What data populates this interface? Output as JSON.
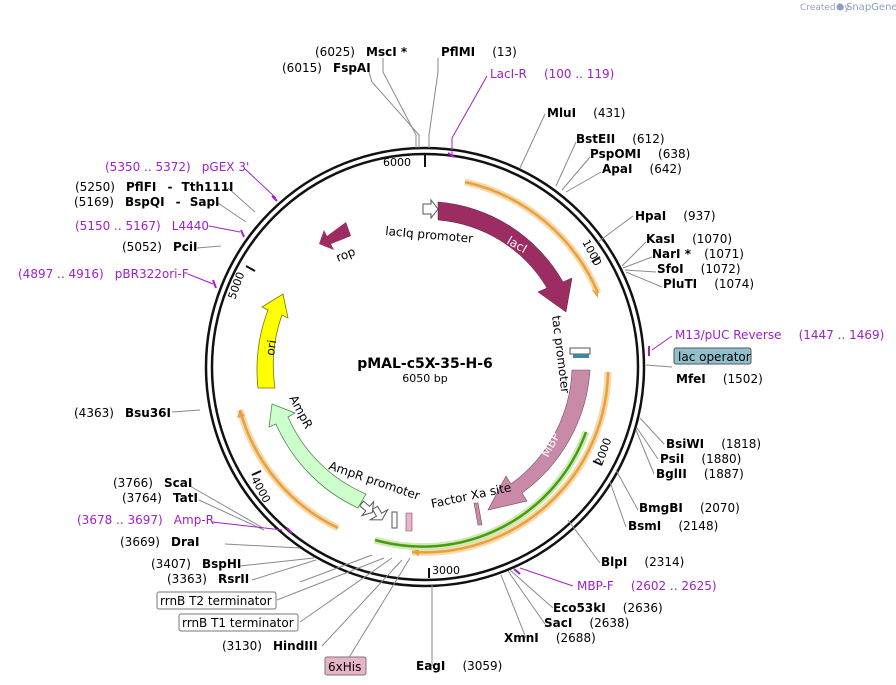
{
  "brand": {
    "created_by": "Created by",
    "name": "SnapGene"
  },
  "plasmid": {
    "name": "pMAL-c5X-35-H-6",
    "length": "6050 bp"
  },
  "ticks": [
    "1000",
    "2000",
    "3000",
    "4000",
    "5000",
    "6000"
  ],
  "sites_right": [
    {
      "name": "MscI *",
      "pos": "(6025)"
    },
    {
      "name": "FspAI",
      "pos": "(6015)"
    },
    {
      "name": "PflMI",
      "pos": "(13)"
    },
    {
      "name": "MluI",
      "pos": "(431)"
    },
    {
      "name": "BstEII",
      "pos": "(612)"
    },
    {
      "name": "PspOMI",
      "pos": "(638)"
    },
    {
      "name": "ApaI",
      "pos": "(642)"
    },
    {
      "name": "HpaI",
      "pos": "(937)"
    },
    {
      "name": "KasI",
      "pos": "(1070)"
    },
    {
      "name": "NarI *",
      "pos": "(1071)"
    },
    {
      "name": "SfoI",
      "pos": "(1072)"
    },
    {
      "name": "PluTI",
      "pos": "(1074)"
    },
    {
      "name": "MfeI",
      "pos": "(1502)"
    },
    {
      "name": "BsiWI",
      "pos": "(1818)"
    },
    {
      "name": "PsiI",
      "pos": "(1880)"
    },
    {
      "name": "BglII",
      "pos": "(1887)"
    },
    {
      "name": "BmgBI",
      "pos": "(2070)"
    },
    {
      "name": "BsmI",
      "pos": "(2148)"
    },
    {
      "name": "BlpI",
      "pos": "(2314)"
    },
    {
      "name": "Eco53kI",
      "pos": "(2636)"
    },
    {
      "name": "SacI",
      "pos": "(2638)"
    },
    {
      "name": "XmnI",
      "pos": "(2688)"
    },
    {
      "name": "EagI",
      "pos": "(3059)"
    }
  ],
  "sites_left": [
    {
      "name": "PflFI",
      "name2": "Tth111I",
      "pos": "(5250)"
    },
    {
      "name": "BspQI",
      "name2": "SapI",
      "pos": "(5169)"
    },
    {
      "name": "PciI",
      "pos": "(5052)"
    },
    {
      "name": "Bsu36I",
      "pos": "(4363)"
    },
    {
      "name": "ScaI",
      "pos": "(3766)"
    },
    {
      "name": "TatI",
      "pos": "(3764)"
    },
    {
      "name": "DraI",
      "pos": "(3669)"
    },
    {
      "name": "BspHI",
      "pos": "(3407)"
    },
    {
      "name": "RsrII",
      "pos": "(3363)"
    },
    {
      "name": "HindIII",
      "pos": "(3130)"
    }
  ],
  "primers": [
    {
      "name": "LacI-R",
      "range": "(100 .. 119)"
    },
    {
      "name": "M13/pUC Reverse",
      "range": "(1447 .. 1469)"
    },
    {
      "name": "MBP-F",
      "range": "(2602 .. 2625)"
    },
    {
      "name": "Amp-R",
      "range": "(3678 .. 3697)"
    },
    {
      "name": "pBR322ori-F",
      "range": "(4897 .. 4916)"
    },
    {
      "name": "L4440",
      "range": "(5150 .. 5167)"
    },
    {
      "name": "pGEX 3'",
      "range": "(5350 .. 5372)"
    }
  ],
  "boxed_features": {
    "lac_operator": "lac operator",
    "rrnB_T2": "rrnB T2 terminator",
    "rrnB_T1": "rrnB T1 terminator",
    "his_tag": "6xHis"
  },
  "features": {
    "lacIq_promoter": "lacIq promoter",
    "lacI": "lacI",
    "rop": "rop",
    "tac_promoter": "tac promoter",
    "MBP": "MBP",
    "factor_xa": "Factor Xa site",
    "AmpR_promoter": "AmpR promoter",
    "AmpR": "AmpR",
    "ori": "ori"
  },
  "colors": {
    "lacI": "#9b2d63",
    "rop": "#9b2d63",
    "MBP": "#c98aa8",
    "ori": "#ffff00",
    "AmpR": "#ccffcc",
    "orange_orf": "#e8a040",
    "green_orf": "#4a9a10",
    "primer": "#a020c8",
    "lac_operator_box": "#8fc0cc",
    "his_box": "#e8b4c8"
  }
}
